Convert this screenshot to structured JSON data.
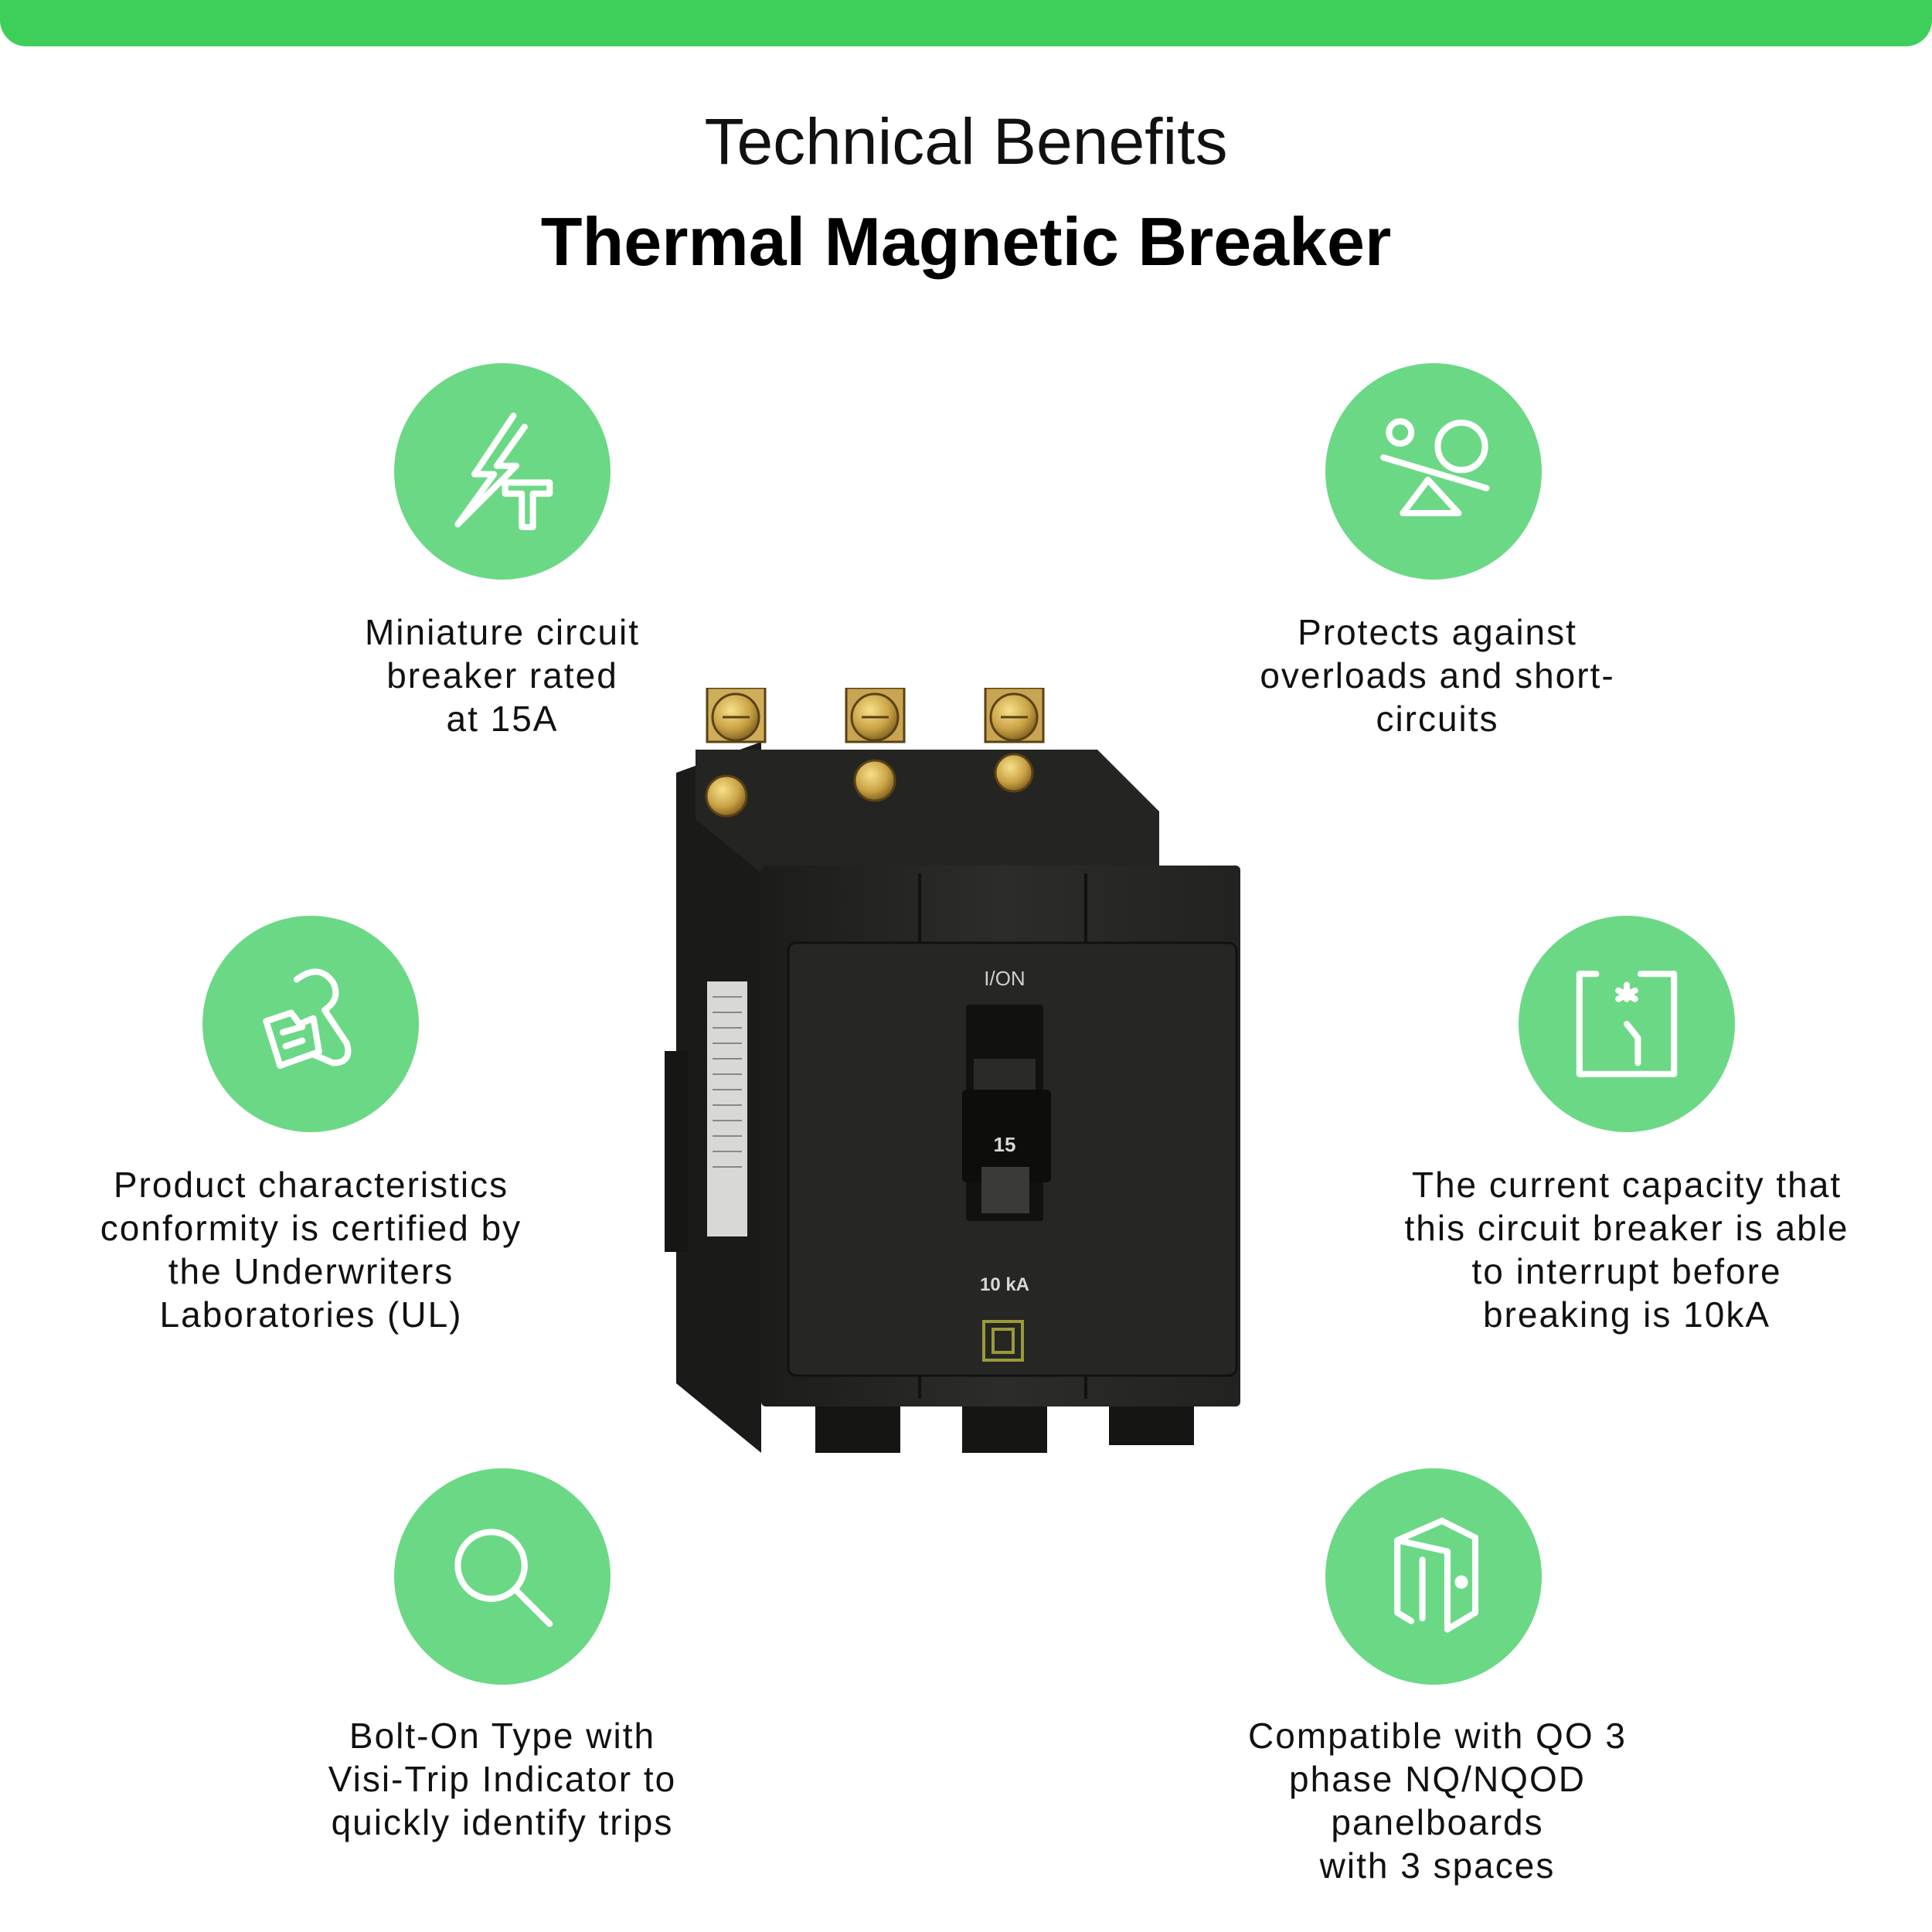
{
  "header": {
    "subtitle": "Technical Benefits",
    "title": "Thermal Magnetic Breaker"
  },
  "colors": {
    "accent_bar": "#3ecf5a",
    "icon_circle": "#6bd886",
    "text": "#111111"
  },
  "features": [
    {
      "icon": "lightning-bolt-icon",
      "lines": [
        "Miniature circuit",
        "breaker rated",
        "at 15A"
      ]
    },
    {
      "icon": "balance-seesaw-icon",
      "lines": [
        "Protects against",
        "overloads and short-",
        "circuits"
      ]
    },
    {
      "icon": "certification-badge-icon",
      "lines": [
        "Product characteristics",
        "conformity is certified by",
        "the Underwriters",
        "Laboratories (UL)"
      ]
    },
    {
      "icon": "circuit-switch-icon",
      "lines": [
        "The current capacity that",
        "this circuit breaker is able",
        "to interrupt before",
        "breaking is 10kA"
      ]
    },
    {
      "icon": "magnifier-icon",
      "lines": [
        "Bolt-On Type with",
        "Visi-Trip Indicator to",
        "quickly identify trips"
      ]
    },
    {
      "icon": "panel-door-icon",
      "lines": [
        "Compatible with QO 3",
        "phase NQ/NQOD",
        "panelboards",
        "with 3 spaces"
      ]
    }
  ],
  "product": {
    "handle_label": "I/ON",
    "rating": "15",
    "interrupt_rating": "10 kA"
  }
}
